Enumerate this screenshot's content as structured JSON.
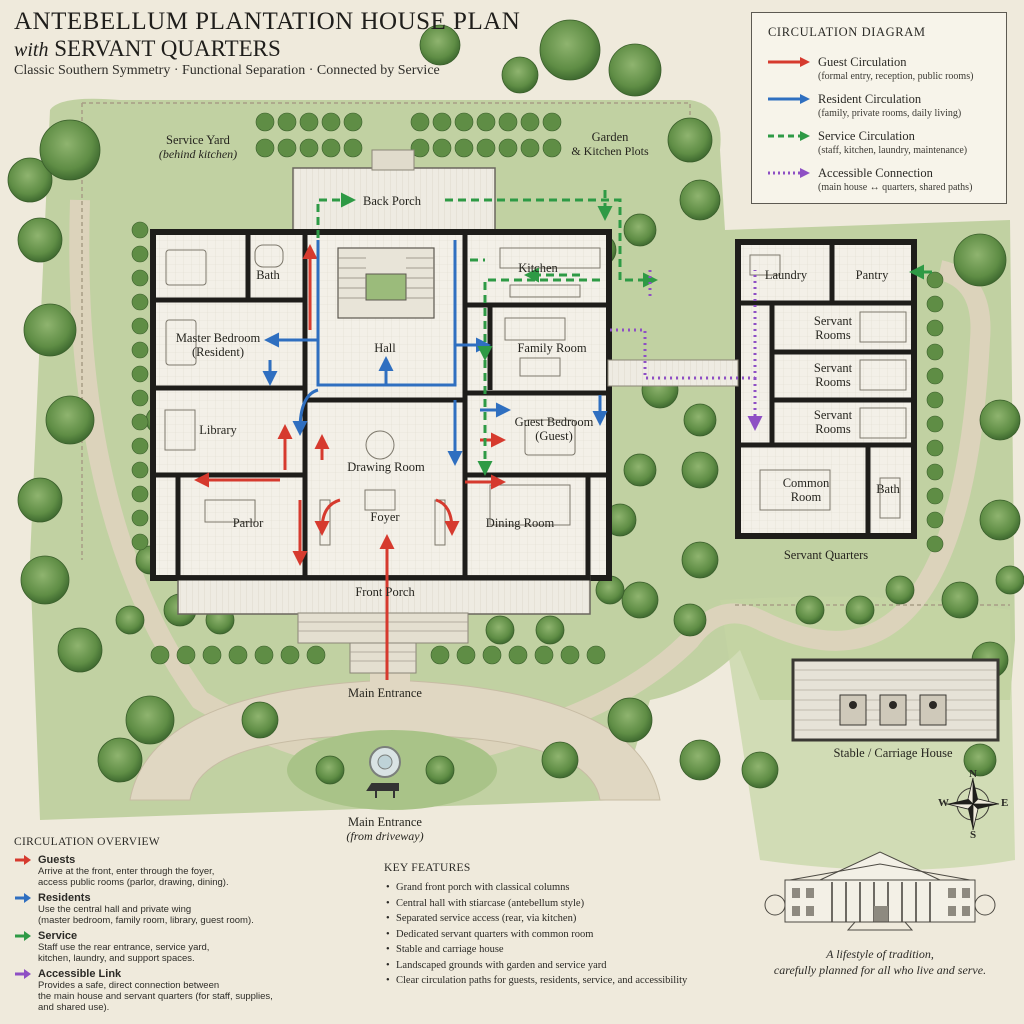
{
  "title": {
    "line1": "ANTEBELLUM PLANTATION HOUSE PLAN",
    "with_word": "with",
    "line2": "SERVANT QUARTERS"
  },
  "subtitle": "Classic Southern Symmetry  ·  Functional Separation  ·  Connected by Service",
  "legend": {
    "title": "CIRCULATION DIAGRAM",
    "items": [
      {
        "name": "Guest Circulation",
        "desc": "(formal entry, reception, public rooms)",
        "color": "#d63a2e",
        "style": "solid"
      },
      {
        "name": "Resident Circulation",
        "desc": "(family, private rooms, daily living)",
        "color": "#2f6fc0",
        "style": "solid"
      },
      {
        "name": "Service Circulation",
        "desc": "(staff, kitchen, laundry, maintenance)",
        "color": "#2e9a45",
        "style": "dashed"
      },
      {
        "name": "Accessible Connection",
        "desc": "(main house ↔ quarters, shared paths)",
        "color": "#8e4fc4",
        "style": "dotted"
      }
    ]
  },
  "labels": {
    "service_yard": "Service Yard",
    "service_yard_sub": "(behind kitchen)",
    "garden": "Garden",
    "garden_sub": "& Kitchen Plots",
    "back_porch": "Back Porch",
    "bath": "Bath",
    "kitchen": "Kitchen",
    "master_bedroom": "Master Bedroom",
    "master_bedroom_sub": "(Resident)",
    "hall": "Hall",
    "family_room": "Family Room",
    "library": "Library",
    "drawing_room": "Drawing Room",
    "guest_bedroom": "Guest Bedroom",
    "guest_bedroom_sub": "(Guest)",
    "parlor": "Parlor",
    "foyer": "Foyer",
    "dining_room": "Dining Room",
    "front_porch": "Front Porch",
    "main_entrance_top": "Main Entrance",
    "main_entrance": "Main Entrance",
    "main_entrance_sub": "(from driveway)",
    "laundry": "Laundry",
    "pantry": "Pantry",
    "servant_rooms": "Servant Rooms",
    "common_room": "Common Room",
    "quarters_bath": "Bath",
    "servant_quarters": "Servant Quarters",
    "stable": "Stable / Carriage House"
  },
  "compass": {
    "n": "N",
    "s": "S",
    "e": "E",
    "w": "W"
  },
  "overview": {
    "heading": "CIRCULATION OVERVIEW",
    "items": [
      {
        "name": "Guests",
        "desc1": "Arrive at the front, enter through the foyer,",
        "desc2": "access public rooms (parlor, drawing, dining).",
        "desc3": "",
        "color": "#d63a2e"
      },
      {
        "name": "Residents",
        "desc1": "Use the central hall and private wing",
        "desc2": "(master bedroom, family room, library, guest room).",
        "desc3": "",
        "color": "#2f6fc0"
      },
      {
        "name": "Service",
        "desc1": "Staff use the rear entrance, service yard,",
        "desc2": "kitchen, laundry, and support spaces.",
        "desc3": "",
        "color": "#2e9a45"
      },
      {
        "name": "Accessible Link",
        "desc1": "Provides a safe, direct connection between",
        "desc2": "the main house and servant quarters (for staff, supplies,",
        "desc3": "and shared use).",
        "color": "#8e4fc4"
      }
    ]
  },
  "features": {
    "heading": "KEY FEATURES",
    "items": [
      "Grand front porch with classical columns",
      "Central hall with stiarcase (antebellum style)",
      "Separated service access (rear, via kitchen)",
      "Dedicated servant quarters with common room",
      "Stable and carriage house",
      "Landscaped grounds with garden and service yard",
      "Clear circulation paths for guests, residents, service, and accessibility"
    ]
  },
  "tagline": {
    "line1": "A lifestyle of tradition,",
    "line2": "carefully planned for all who live and serve."
  }
}
